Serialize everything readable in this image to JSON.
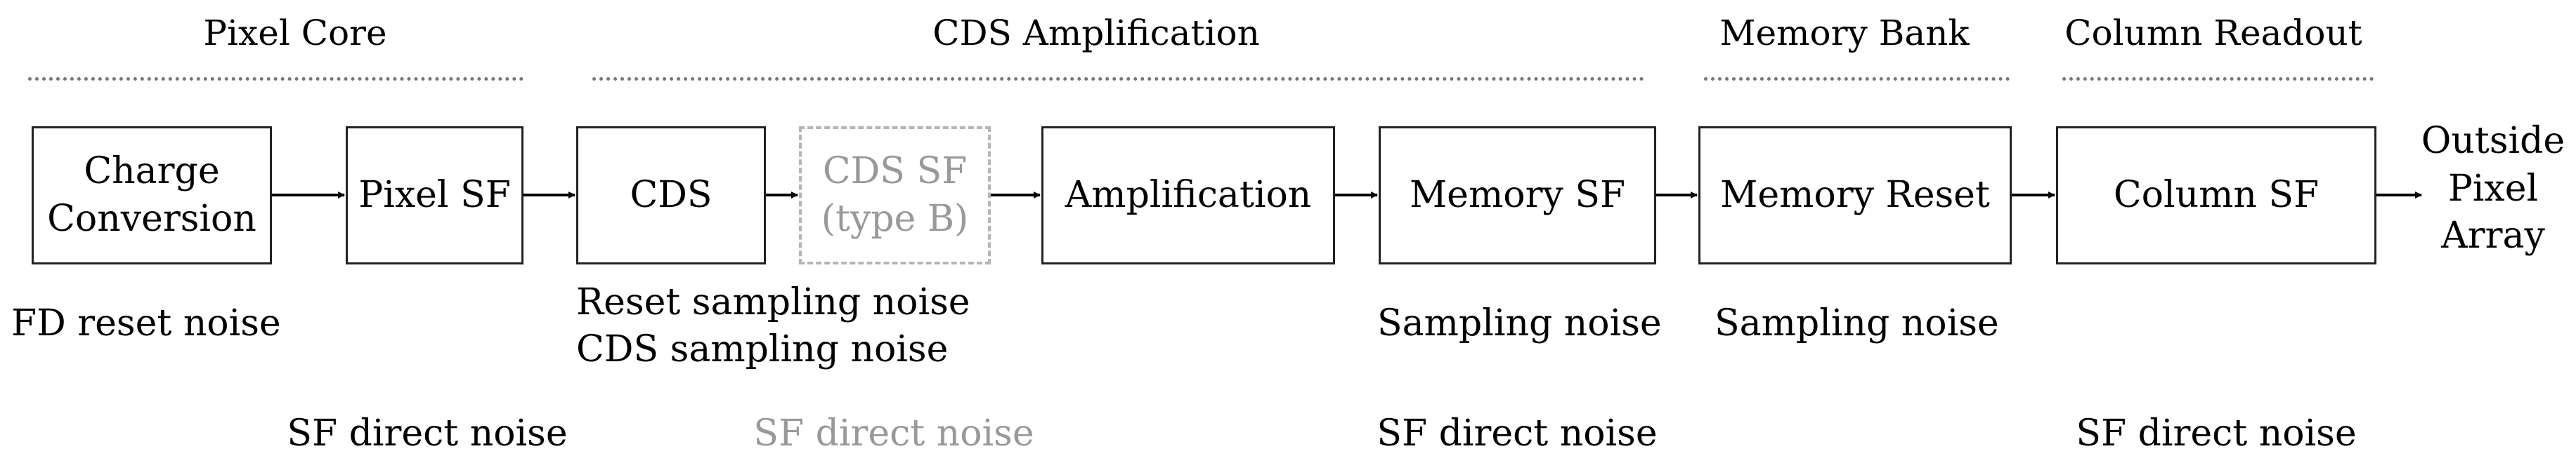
{
  "sections": {
    "pixel_core": "Pixel Core",
    "cds_amplification": "CDS Amplification",
    "memory_bank": "Memory Bank",
    "column_readout": "Column Readout"
  },
  "blocks": {
    "charge_conversion": "Charge\nConversion",
    "pixel_sf": "Pixel SF",
    "cds": "CDS",
    "cds_sf": "CDS SF\n(type B)",
    "amplification": "Amplification",
    "memory_sf": "Memory SF",
    "memory_reset": "Memory Reset",
    "column_sf": "Column SF"
  },
  "output_label": "Outside\nPixel\nArray",
  "noise": {
    "fd_reset": "FD reset noise",
    "reset_sampling": "Reset sampling noise",
    "cds_sampling": "CDS sampling noise",
    "memory_sampling": "Sampling noise",
    "memory_reset_sampling": "Sampling noise",
    "pixel_sf_direct": "SF direct noise",
    "cds_sf_direct": "SF direct noise",
    "memory_sf_direct": "SF direct noise",
    "column_sf_direct": "SF direct noise"
  },
  "colors": {
    "optional_block": "#b5b5b5",
    "optional_text": "#999999",
    "section_rule": "#777777"
  }
}
